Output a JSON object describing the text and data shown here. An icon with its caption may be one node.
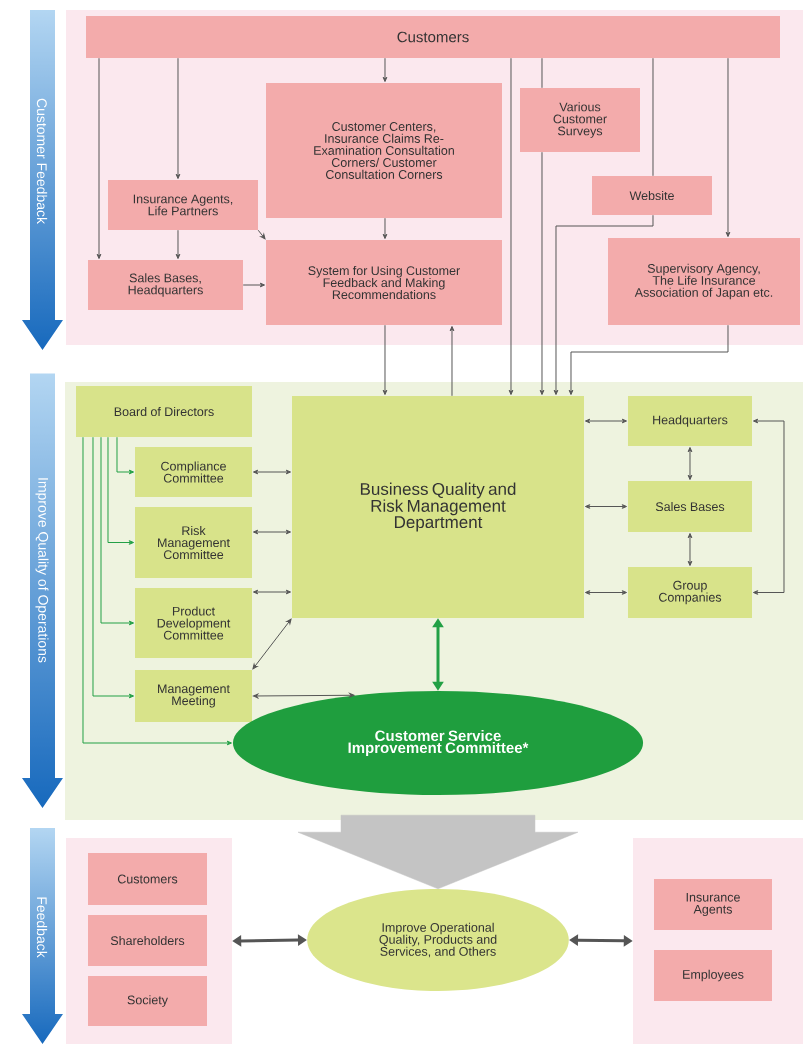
{
  "diagram": {
    "nodes": [
      {
        "text": [
          "Customer Feedback"
        ]
      },
      {
        "text": [
          "Customers"
        ]
      },
      {
        "text": [
          "Customer Centers, Insurance Claims Re-Examination Consultation Corners/ Customer Consultation Corners"
        ]
      },
      {
        "text": [
          "Various Customer Surveys"
        ]
      },
      {
        "text": [
          "Website"
        ]
      },
      {
        "text": [
          "Insurance Agents, Life Partners"
        ]
      },
      {
        "text": [
          "Sales Bases, Headquarters"
        ]
      },
      {
        "text": [
          "System for Using Customer Feedback and Making Recommendations"
        ]
      },
      {
        "text": [
          "Supervisory Agency, The Life Insurance Association of Japan etc."
        ]
      },
      {
        "text": [
          "Improve Quality of Operations"
        ]
      },
      {
        "text": [
          "Board of Directors"
        ]
      },
      {
        "text": [
          "Compliance Committee"
        ]
      },
      {
        "text": [
          "Risk Management Committee"
        ]
      },
      {
        "text": [
          "Product Development Committee"
        ]
      },
      {
        "text": [
          "Management Meeting"
        ]
      },
      {
        "text": [
          "Business Quality and Risk Management Department"
        ]
      },
      {
        "text": [
          "Headquarters"
        ]
      },
      {
        "text": [
          "Sales Bases"
        ]
      },
      {
        "text": [
          "Group Companies"
        ]
      },
      {
        "text": [
          "Customer Service Improvement Committee*"
        ]
      },
      {
        "text": [
          "Feedback"
        ]
      },
      {
        "text": [],
        "shape": "box"
      },
      {
        "text": [
          "Customers"
        ],
        "in": 21
      },
      {
        "text": [
          "Shareholders"
        ],
        "in": 21
      },
      {
        "text": [
          "Society"
        ],
        "in": 21
      },
      {
        "text": [
          "Improve Operational Quality, Products and Services, and Others"
        ]
      },
      {
        "text": [],
        "shape": "box"
      },
      {
        "text": [
          "Insurance Agents"
        ],
        "in": 26
      },
      {
        "text": [
          "Employees"
        ],
        "in": 26
      }
    ],
    "edges": [
      {
        "from": 1,
        "to": 6,
        "arrow": "to"
      },
      {
        "from": 1,
        "to": 5,
        "arrow": "to"
      },
      {
        "from": 1,
        "to": 2,
        "arrow": "to"
      },
      {
        "from": 2,
        "to": 7,
        "arrow": "to"
      },
      {
        "from": 5,
        "to": 6,
        "arrow": "to"
      },
      {
        "from": 5,
        "to": 7,
        "arrow": "to"
      },
      {
        "from": 6,
        "to": 7,
        "arrow": "to"
      },
      {
        "from": 7,
        "to": 15,
        "arrow": "to"
      },
      {
        "from": 15,
        "to": 7,
        "arrow": "to"
      },
      {
        "from": 1,
        "to": 15,
        "arrow": "to"
      },
      {
        "from": 1,
        "to": 3,
        "arrow": "none"
      },
      {
        "from": 3,
        "to": 15,
        "arrow": "to"
      },
      {
        "from": 1,
        "to": 4,
        "arrow": "none"
      },
      {
        "from": 4,
        "to": 15,
        "arrow": "to"
      },
      {
        "from": 1,
        "to": 8,
        "arrow": "to"
      },
      {
        "from": 8,
        "to": 15,
        "arrow": "to"
      },
      {
        "from": 10,
        "to": 11,
        "arrow": "to",
        "color": "#22a045"
      },
      {
        "from": 10,
        "to": 12,
        "arrow": "to",
        "color": "#22a045"
      },
      {
        "from": 10,
        "to": 13,
        "arrow": "to",
        "color": "#22a045"
      },
      {
        "from": 10,
        "to": 14,
        "arrow": "to",
        "color": "#22a045"
      },
      {
        "from": 10,
        "to": 19,
        "arrow": "to",
        "color": "#22a045"
      },
      {
        "from": 11,
        "to": 15,
        "arrow": "both"
      },
      {
        "from": 12,
        "to": 15,
        "arrow": "both"
      },
      {
        "from": 13,
        "to": 15,
        "arrow": "both"
      },
      {
        "from": 14,
        "to": 15,
        "arrow": "both"
      },
      {
        "from": 14,
        "to": 19,
        "arrow": "both"
      },
      {
        "from": 15,
        "to": 19,
        "arrow": "both",
        "style": "thick",
        "color": "#22a045"
      },
      {
        "from": 15,
        "to": 16,
        "arrow": "both"
      },
      {
        "from": 15,
        "to": 17,
        "arrow": "both"
      },
      {
        "from": 15,
        "to": 18,
        "arrow": "both"
      },
      {
        "from": 16,
        "to": 17,
        "arrow": "both"
      },
      {
        "from": 17,
        "to": 18,
        "arrow": "both"
      },
      {
        "from": 16,
        "to": 18,
        "arrow": "both"
      },
      {
        "from": 19,
        "to": 25,
        "arrow": "to",
        "style": "thick",
        "color": "#c4c4c4"
      },
      {
        "from": 21,
        "to": 25,
        "arrow": "both",
        "style": "thick"
      },
      {
        "from": 25,
        "to": 26,
        "arrow": "both",
        "style": "thick"
      }
    ]
  }
}
